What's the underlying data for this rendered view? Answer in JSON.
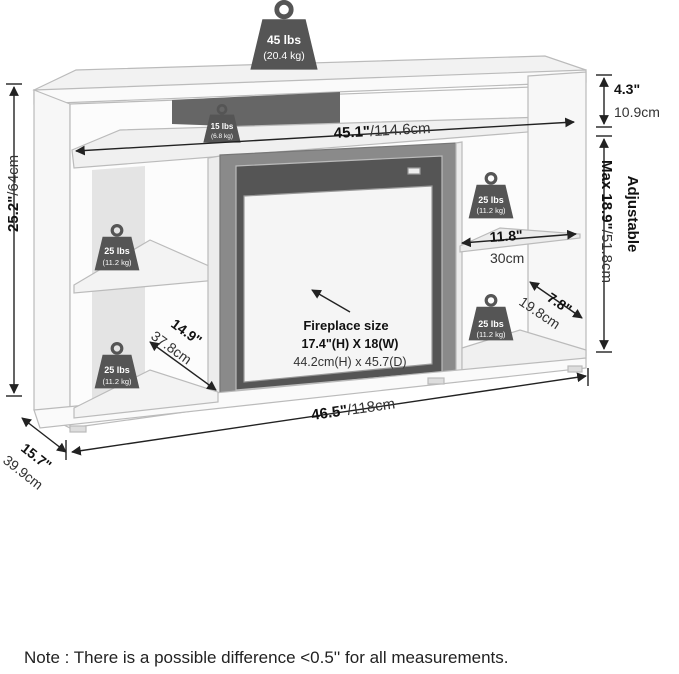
{
  "weights": {
    "top": {
      "main": "45 lbs",
      "sub": "(20.4 kg)"
    },
    "shelf_upper": {
      "main": "15 lbs",
      "sub": "(6.8 kg)"
    },
    "left_mid": {
      "main": "25 lbs",
      "sub": "(11.2 kg)"
    },
    "left_low": {
      "main": "25 lbs",
      "sub": "(11.2 kg)"
    },
    "right_up": {
      "main": "25 lbs",
      "sub": "(11.2 kg)"
    },
    "right_low": {
      "main": "25 lbs",
      "sub": "(11.2 kg)"
    }
  },
  "dims": {
    "top_thickness_in": "4.3\"",
    "top_thickness_cm": "10.9cm",
    "shelf_width_in": "45.1\"",
    "shelf_width_cm": "/114.6cm",
    "height_in": "25.2\"",
    "height_cm": "/64cm",
    "adjustable_label": "Adjustable",
    "adjustable_in": "Max 18.9\"",
    "adjustable_cm": "/51.8cm",
    "right_shelf_in": "11.8\"",
    "right_shelf_cm": "30cm",
    "right_depth_in": "7.8\"",
    "right_depth_cm": "19.8cm",
    "left_depth_in": "14.9\"",
    "left_depth_cm": "37.8cm",
    "total_width_in": "46.5\"",
    "total_width_cm": "/118cm",
    "depth_in": "15.7\"",
    "depth_cm": "39.9cm"
  },
  "fireplace": {
    "title": "Fireplace size",
    "imperial": "17.4\"(H) X 18(W)",
    "metric": "44.2cm(H) x 45.7(D)"
  },
  "note": "Note : There is a possible difference <0.5'' for all measurements."
}
